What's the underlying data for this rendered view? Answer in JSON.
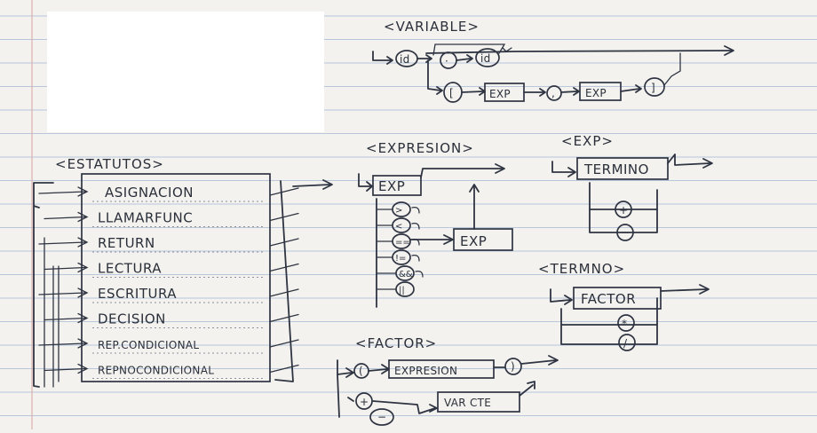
{
  "titles": {
    "variable": "<VARIABLE>",
    "estatutos": "<ESTATUTOS>",
    "expresion": "<EXPRESION>",
    "exp": "<EXP>",
    "termino": "<TERMNO>",
    "factor": "<FACTOR>"
  },
  "variable": {
    "id1": "id",
    "dot": "·",
    "id2": "id",
    "open_bracket": "[",
    "exp1": "EXP",
    "comma": ",",
    "exp2": "EXP",
    "close_bracket": "]"
  },
  "estatutos": {
    "items": [
      "ASIGNACION",
      "LLAMARFUNC",
      "RETURN",
      "LECTURA",
      "ESCRITURA",
      "DECISION",
      "REP.CONDICIONAL",
      "REPNOCONDICIONAL"
    ]
  },
  "expresion": {
    "exp_box": "EXP",
    "ops": [
      ">",
      "<",
      "==",
      "!=",
      "&&",
      "||"
    ],
    "exp_box2": "EXP"
  },
  "exp": {
    "termino_box": "TERMINO",
    "plus": "+",
    "minus": "−"
  },
  "termino": {
    "factor_box": "FACTOR",
    "times": "*",
    "divide": "/"
  },
  "factor": {
    "open_paren": "(",
    "expresion_box": "EXPRESION",
    "close_paren": ")",
    "plus": "+",
    "minus": "−",
    "varcte_box": "VAR CTE"
  },
  "colors": {
    "paper": "#f3f2ee",
    "rule_line": "#b9c7dd",
    "margin_line": "#d9a3a3",
    "ink": "#2f3442",
    "highlight": "#d9622b"
  }
}
